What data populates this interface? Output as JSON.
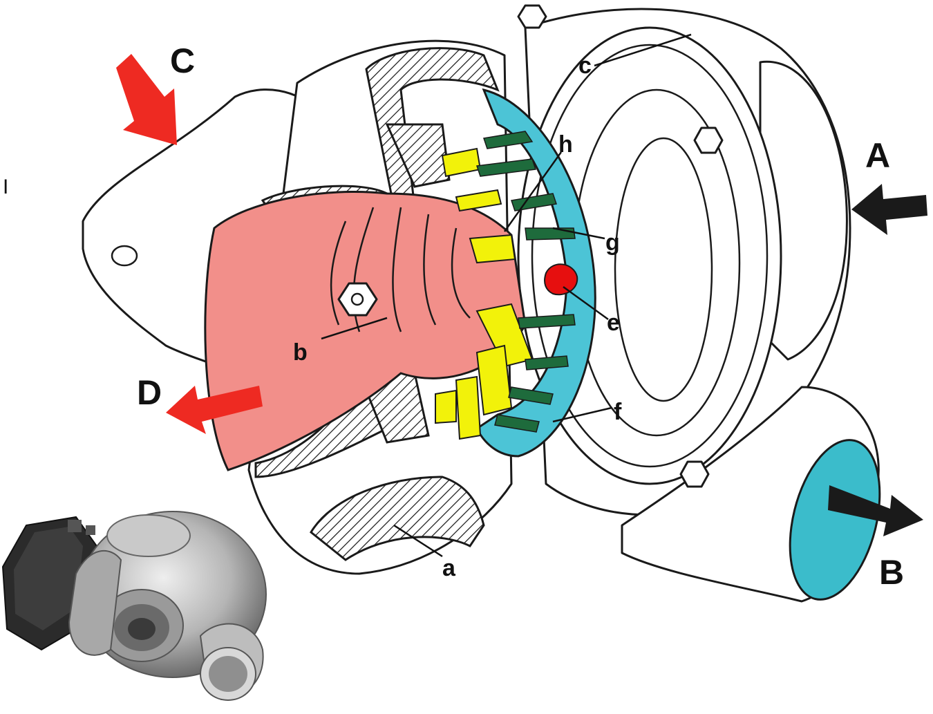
{
  "diagram": {
    "flow_labels": {
      "A": "A",
      "B": "B",
      "C": "C",
      "D": "D"
    },
    "part_labels": {
      "a": "a",
      "b": "b",
      "c": "c",
      "e": "e",
      "f": "f",
      "g": "g",
      "h": "h"
    },
    "stray_mark": "I",
    "colors": {
      "exhaust_arrow": "#ee2a22",
      "air_arrow": "#1a1a1a",
      "turbine_wheel": "#f28f8a",
      "guide_vanes": "#f2f20a",
      "adjusting_ring": "#4cc4d6",
      "levers": "#1e6b3c",
      "pin": "#e60f0f",
      "outlet_face": "#3bbccb"
    },
    "inset_photo": "turbocharger-photo"
  }
}
